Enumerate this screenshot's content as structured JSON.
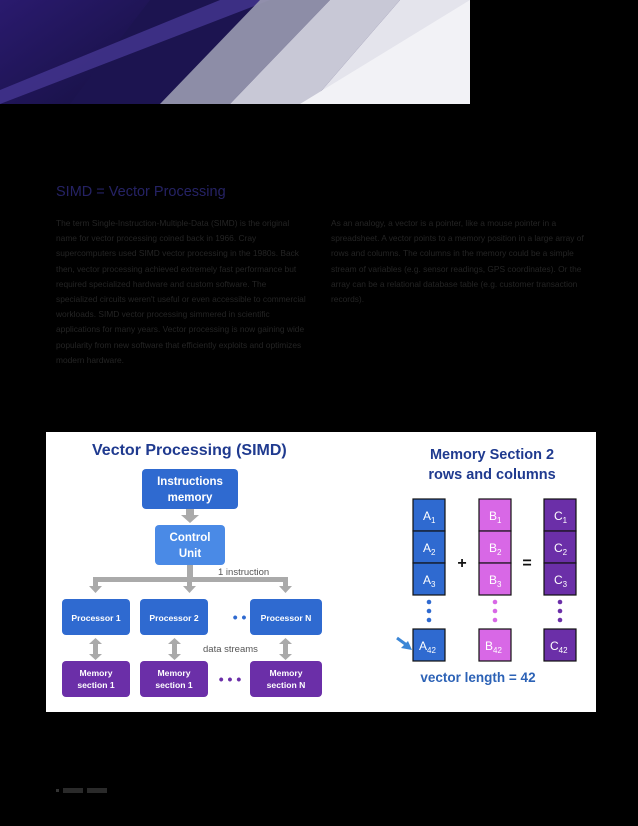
{
  "heading": "SIMD = Vector Processing",
  "paragraphs": {
    "left": "The term Single-Instruction-Multiple-Data (SIMD) is the original name for vector processing coined back in 1966. Cray supercomputers used SIMD vector processing in the 1980s. Back then, vector processing achieved extremely fast performance but required specialized hardware and custom software. The specialized circuits weren't useful or even accessible to commercial workloads. SIMD vector processing simmered in scientific applications for many years. Vector processing is now gaining wide popularity from new software that efficiently exploits and optimizes modern hardware.",
    "right": "As an analogy, a vector is a pointer, like a mouse pointer in a spreadsheet. A vector points to a memory position in a large array of rows and columns. The columns in the memory could be a simple stream of variables (e.g. sensor readings, GPS coordinates). Or the array can be a relational database table (e.g. customer transaction records)."
  },
  "figure": {
    "left_title": "Vector Processing (SIMD)",
    "instructions_line1": "Instructions",
    "instructions_line2": "memory",
    "control_line1": "Control",
    "control_line2": "Unit",
    "instruction_note": "1 instruction",
    "processors": [
      "Processor 1",
      "Processor 2",
      "Processor N"
    ],
    "data_note": "data streams",
    "memory_line1": [
      "Memory",
      "Memory",
      "Memory"
    ],
    "memory_line2": [
      "section 1",
      "section 1",
      "section N"
    ],
    "ellipsis": "• • •",
    "right_title_line1": "Memory Section 2",
    "right_title_line2": "rows and columns",
    "columns": [
      {
        "letter": "A",
        "subs": [
          "1",
          "2",
          "3"
        ],
        "last_sub": "42"
      },
      {
        "letter": "B",
        "subs": [
          "1",
          "2",
          "3"
        ],
        "last_sub": "42"
      },
      {
        "letter": "C",
        "subs": [
          "1",
          "2",
          "3"
        ],
        "last_sub": "42"
      }
    ],
    "plus": "+",
    "equals": "=",
    "vector_length": "vector length = 42",
    "colors": {
      "blue_box": "#2f6ad0",
      "purple_box": "#6b2fa8",
      "pink_box": "#d868e6",
      "arrow_gray": "#aaaaaa",
      "pointer_blue": "#3b86d6"
    }
  },
  "icons": {
    "pointer": "pointer-arrow-icon",
    "dots": "vertical-dots-icon"
  }
}
